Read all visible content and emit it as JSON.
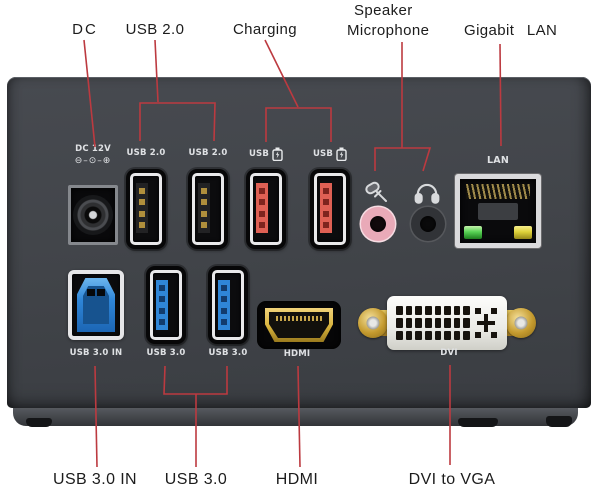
{
  "callouts_top": {
    "dc": "DC",
    "usb20": "USB 2.0",
    "charging": "Charging",
    "speaker": "Speaker",
    "microphone": "Microphone",
    "gigabit_lan": "Gigabit LAN"
  },
  "callouts_bottom": {
    "usb30_in": "USB 3.0 IN",
    "usb30": "USB 3.0",
    "hdmi": "HDMI",
    "dvi_vga": "DVI to VGA"
  },
  "device_labels": {
    "dc": "DC 12V",
    "dc_polarity": "⊖–⊙–⊕",
    "usb20_1": "USB 2.0",
    "usb20_2": "USB 2.0",
    "usb_charge_1": "USB",
    "usb_charge_2": "USB",
    "lan": "LAN",
    "usb30_in": "USB 3.0 IN",
    "usb30_1": "USB 3.0",
    "usb30_2": "USB 3.0",
    "hdmi": "HDMI",
    "dvi": "DVI"
  },
  "icons": {
    "battery_charging": "battery-with-lightning-bolt",
    "microphone": "slanted-microphone-glyph",
    "headphones": "headphones-glyph"
  },
  "colors": {
    "callout_line": "#bc3a40",
    "label_text": "#1c1c1c",
    "device_body": "#42454a",
    "port_label_text": "#dfe1e4",
    "charging_port": "#df6054",
    "usb3_blue": "#2f86d8",
    "hdmi_gold": "#d8b33c",
    "lan_led_green": "#58d355",
    "lan_led_yellow": "#ded23a",
    "mic_jack_pink": "#e9aab8"
  }
}
